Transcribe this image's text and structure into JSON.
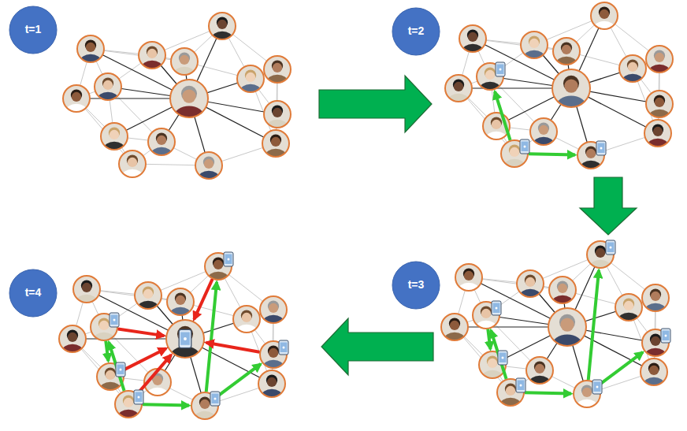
{
  "diagram": {
    "nodes": [
      {
        "text": [
          "t=1"
        ]
      },
      {
        "text": [
          "t=2"
        ]
      },
      {
        "text": [
          "t=3"
        ]
      },
      {
        "text": [
          "t=4"
        ]
      }
    ]
  }
}
